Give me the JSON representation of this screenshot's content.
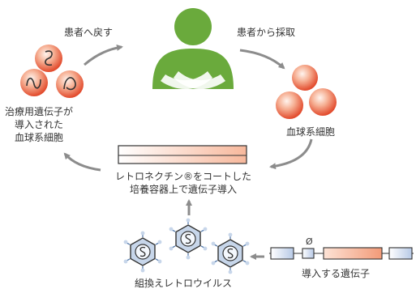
{
  "labels": {
    "return_to_patient": "患者へ戻す",
    "collect_from_patient": "患者から採取",
    "blood_cells": "血球系細胞",
    "modified_cells_line1": "治療用遺伝子が",
    "modified_cells_line2": "導入された",
    "modified_cells_line3": "血球系細胞",
    "culture_line1": "レトロネクチン®をコートした",
    "culture_line2": "培養容器上で遺伝子導入",
    "gene_to_transfer": "導入する遺伝子",
    "psi_symbol": "Ø",
    "recombinant_virus": "組換えレトロウイルス"
  },
  "colors": {
    "person": "#6aaa3c",
    "cell_light": "#fbc9b0",
    "cell_dark": "#e8573a",
    "virus_fill": "#c7d6ea",
    "virus_stroke": "#5a7fb0",
    "arrow": "#8c8c8c",
    "vector_blue": "#c9d7ec",
    "vector_orange": "#f4a98a"
  }
}
